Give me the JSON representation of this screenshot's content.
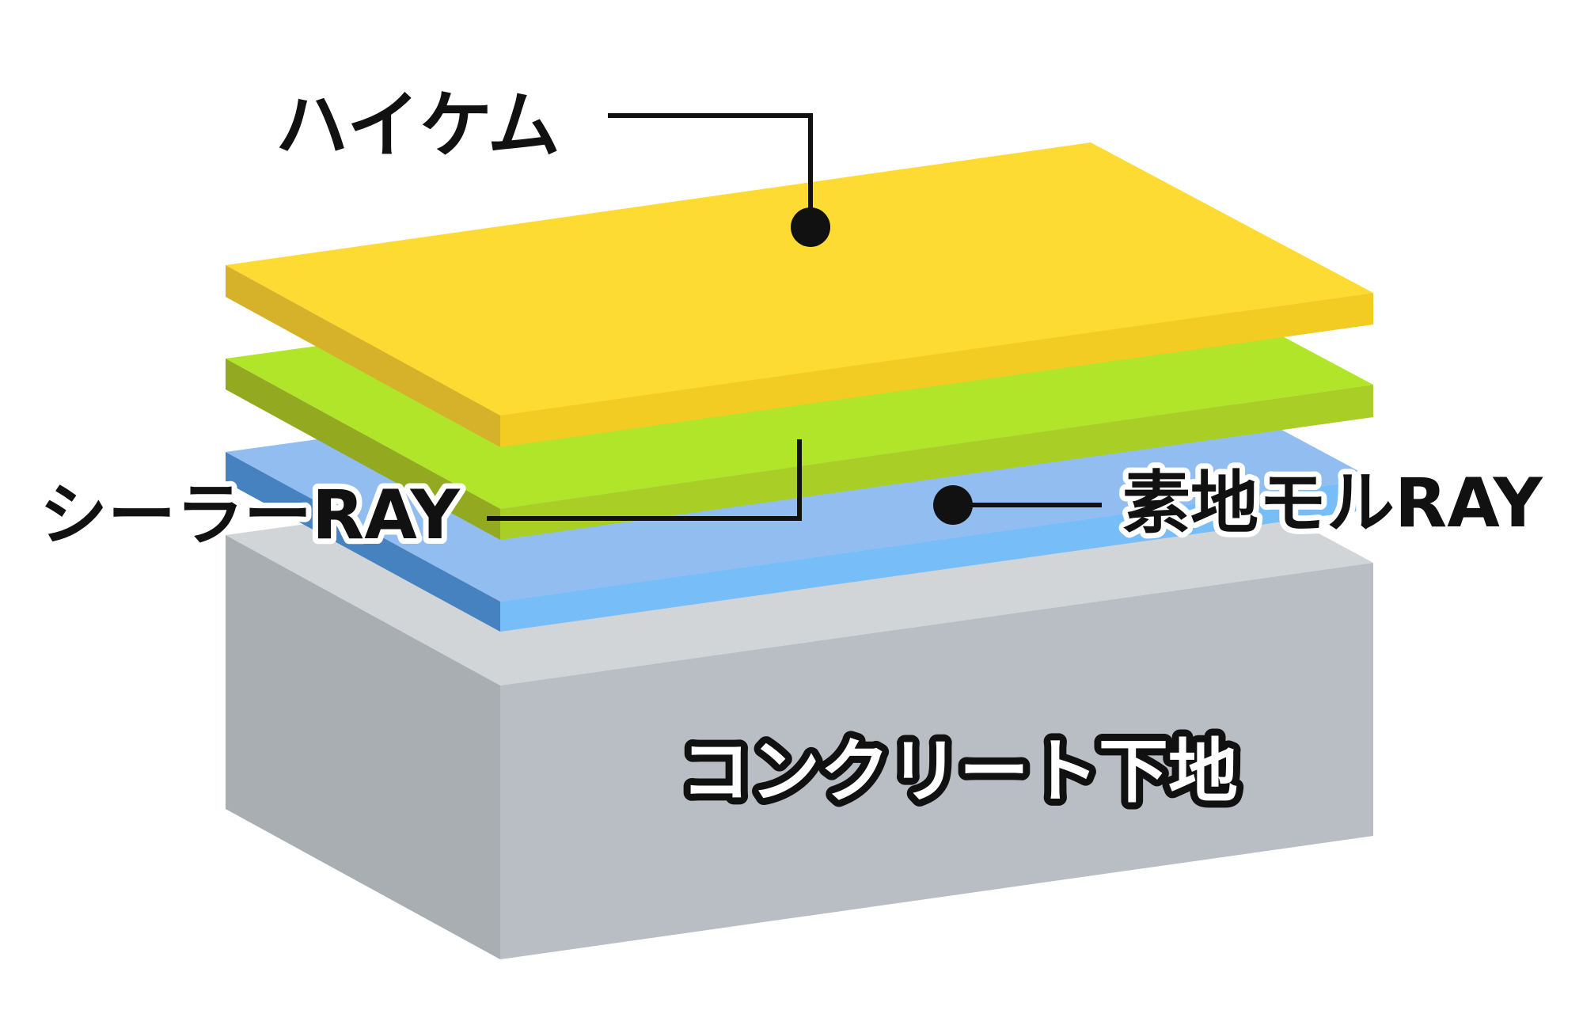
{
  "layers": [
    {
      "id": "top-coat",
      "label": "ハイケム",
      "colors": {
        "top": "#FEDB32",
        "front": "#F2CB23",
        "side": "#D6B22A"
      }
    },
    {
      "id": "sealer",
      "label": "シーラーRAY",
      "colors": {
        "top": "#B0E52A",
        "front": "#A9CF27",
        "side": "#93AA20"
      }
    },
    {
      "id": "base-mortar",
      "label": "素地モルRAY",
      "colors": {
        "top": "#92BDF0",
        "front": "#77BEF8",
        "side": "#4582BF"
      }
    },
    {
      "id": "concrete",
      "label": "コンクリート下地",
      "colors": {
        "top": "#D2D5D8",
        "front": "#B8BEC3",
        "side": "#A9AEB3"
      }
    }
  ],
  "leader_color": "#111111"
}
